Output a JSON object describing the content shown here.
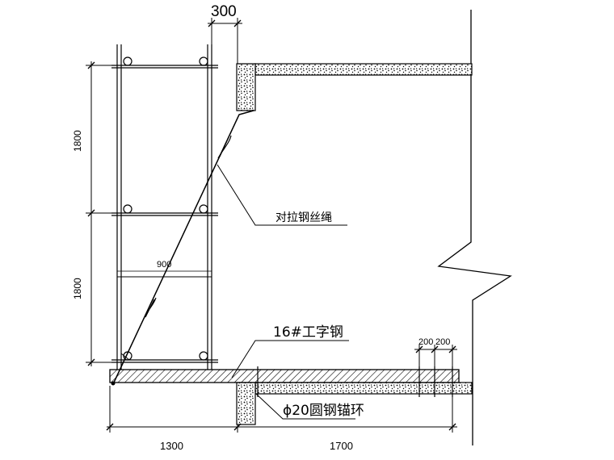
{
  "dimensions": {
    "top_offset": "300",
    "upper_height": "1800",
    "lower_height": "1800",
    "tie_spacing": "900",
    "anchor_spacing_a": "200",
    "anchor_spacing_b": "200",
    "cantilever_outside": "1300",
    "anchorage_inside": "1700"
  },
  "labels": {
    "wire_rope": "对拉钢丝绳",
    "i_beam": "16#工字钢",
    "anchor_ring": "ϕ20圆钢锚环"
  }
}
